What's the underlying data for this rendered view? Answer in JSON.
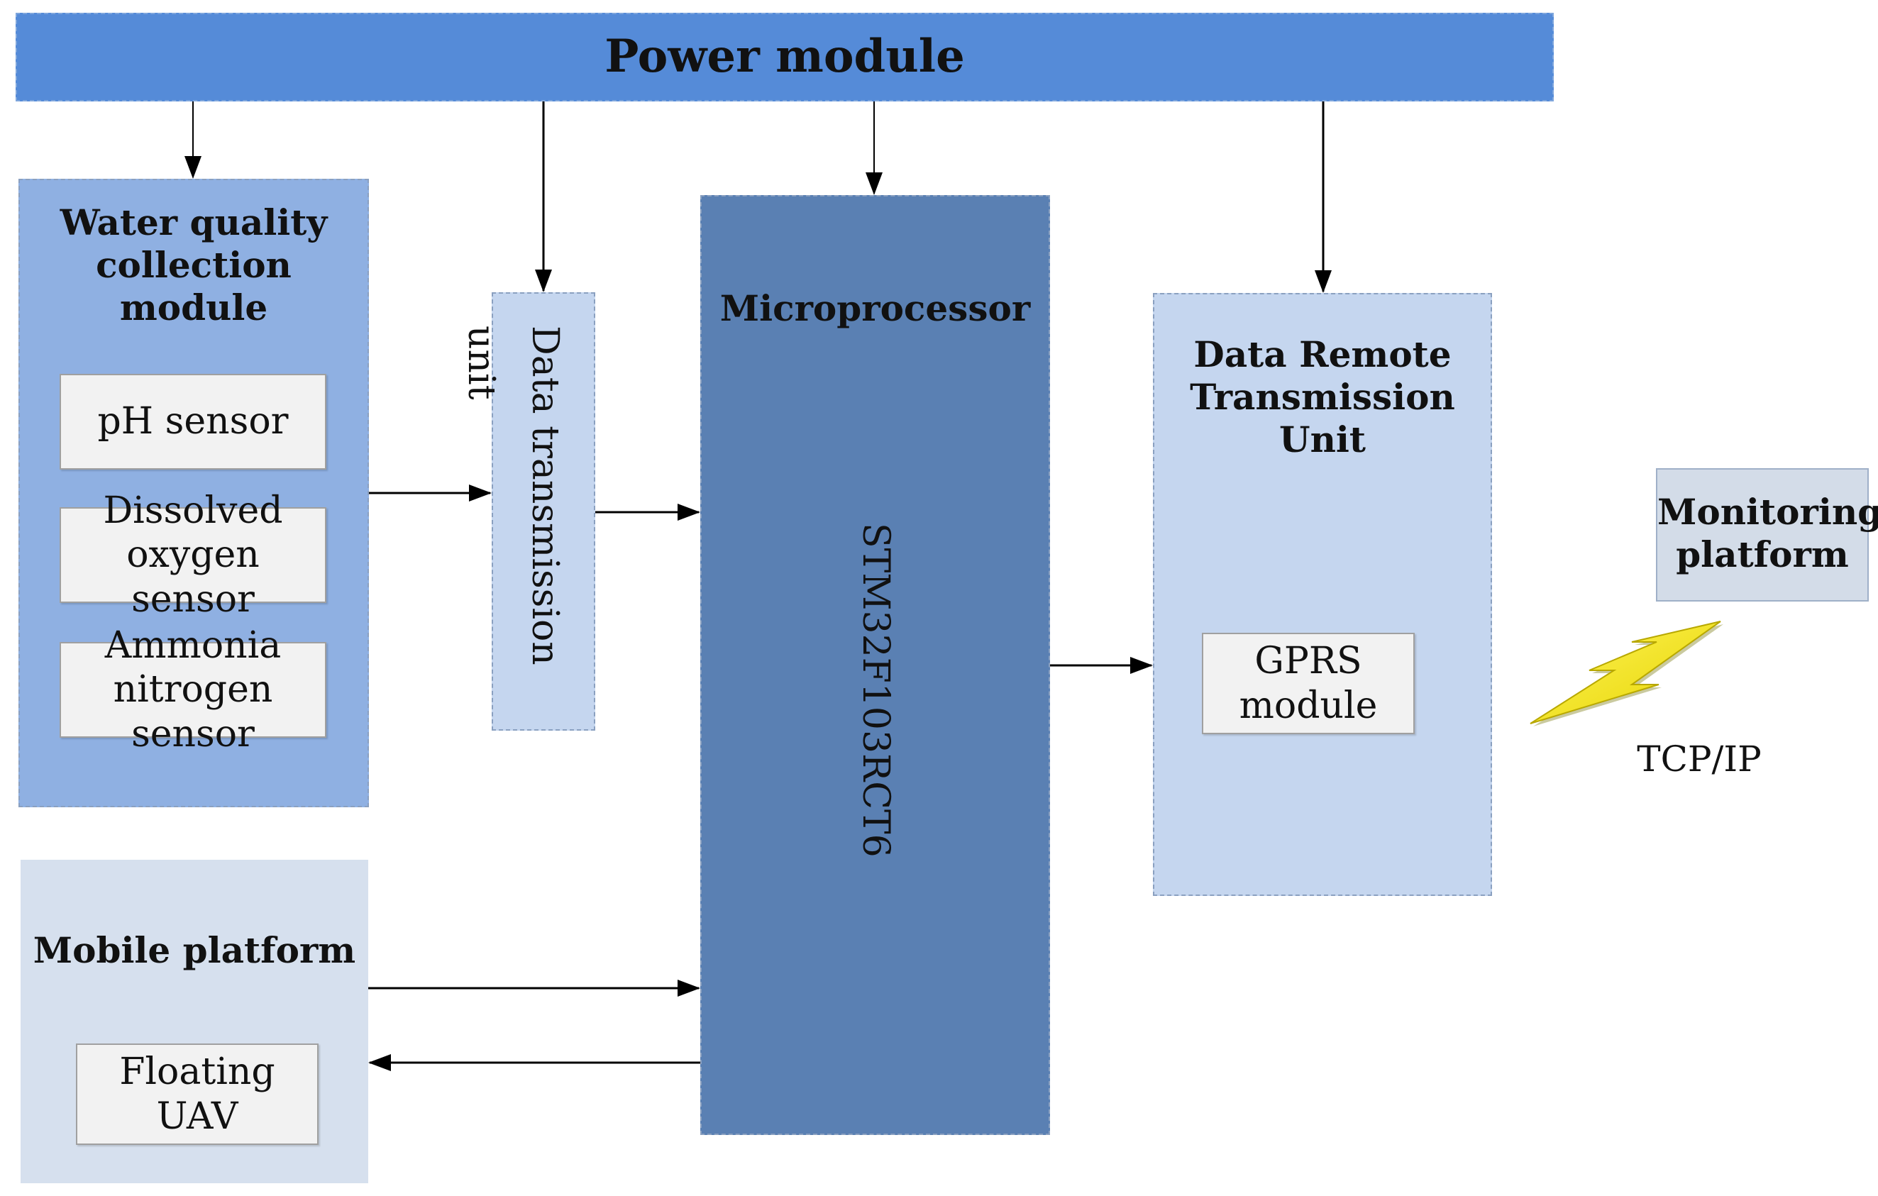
{
  "colors": {
    "power": "#558bd8",
    "water_module": "#8fb0e2",
    "data_transmission": "#c5d6ef",
    "microprocessor": "#5a80b3",
    "remote_unit": "#c5d6ef",
    "mobile_platform": "#d6e0ee",
    "monitoring": "#d3dce8",
    "sensor_box": "#f2f2f2",
    "bolt": "#f2e72a"
  },
  "power_module": {
    "label": "Power module"
  },
  "water_quality": {
    "title_line1": "Water quality",
    "title_line2": "collection module",
    "sensors": [
      {
        "line1": "pH sensor",
        "line2": ""
      },
      {
        "line1": "Dissolved",
        "line2": "oxygen sensor"
      },
      {
        "line1": "Ammonia",
        "line2": "nitrogen sensor"
      }
    ]
  },
  "data_transmission_unit": {
    "label": "Data transmission unit"
  },
  "microprocessor": {
    "title": "Microprocessor",
    "chip": "STM32F103RCT6"
  },
  "remote_unit": {
    "title_line1": "Data Remote",
    "title_line2": "Transmission Unit",
    "gprs_line1": "GPRS",
    "gprs_line2": "module"
  },
  "monitoring_platform": {
    "line1": "Monitoring",
    "line2": "platform"
  },
  "protocol": {
    "label": "TCP/IP",
    "icon": "lightning-bolt-icon"
  },
  "mobile_platform": {
    "title": "Mobile platform",
    "device": "Floating UAV"
  }
}
